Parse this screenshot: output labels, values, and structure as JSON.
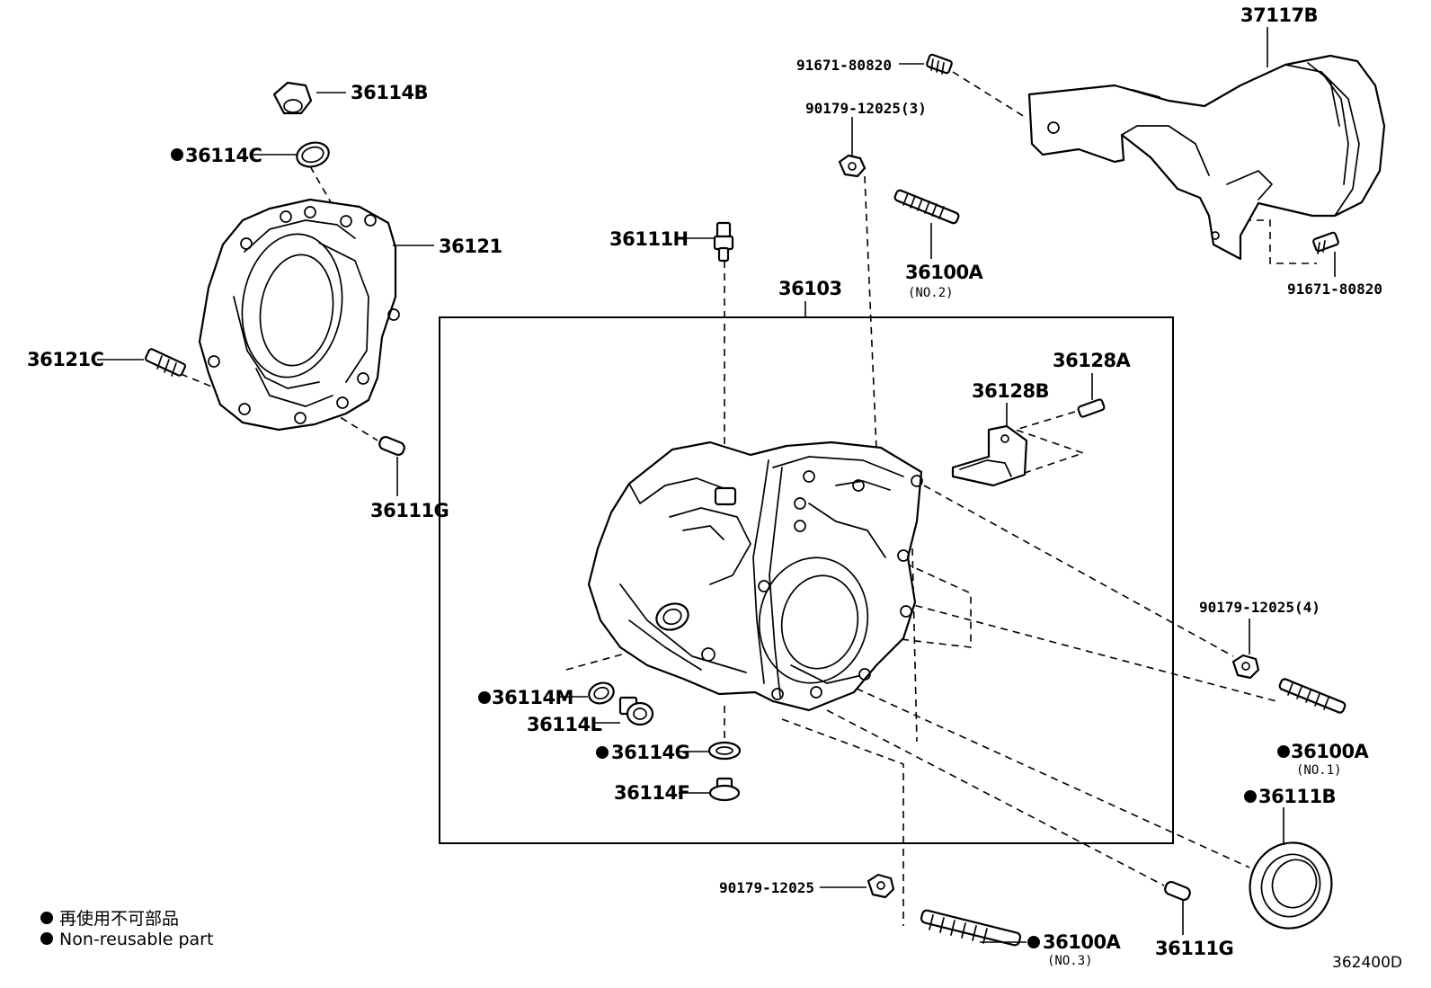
{
  "callouts": {
    "p37117B": "37117B",
    "p91671_80820_top": "91671-80820",
    "p90179_12025_3": "90179-12025(3)",
    "p36100A_no2": "36100A",
    "p36100A_no2_sub": "(NO.2)",
    "p91671_80820_right": "91671-80820",
    "p36114B": "36114B",
    "p36114C": "36114C",
    "p36121": "36121",
    "p36121C": "36121C",
    "p36111G_left": "36111G",
    "p36111H": "36111H",
    "p36103": "36103",
    "p36128A": "36128A",
    "p36128B": "36128B",
    "p90179_12025_4": "90179-12025(4)",
    "p36100A_no1": "36100A",
    "p36100A_no1_sub": "(NO.1)",
    "p36111B": "36111B",
    "p36114M": "36114M",
    "p36114L": "36114L",
    "p36114G": "36114G",
    "p36114F": "36114F",
    "p90179_12025": "90179-12025",
    "p36100A_no3": "36100A",
    "p36100A_no3_sub": "(NO.3)",
    "p36111G_right": "36111G"
  },
  "legend": {
    "line_cn": "再使用不可部品",
    "line_en": "Non-reusable part"
  },
  "drawing_code": "362400D",
  "non_reusable_marks": [
    "36114C",
    "36114M",
    "36114G",
    "36100A (NO.1)",
    "36111B",
    "36100A (NO.3)"
  ]
}
